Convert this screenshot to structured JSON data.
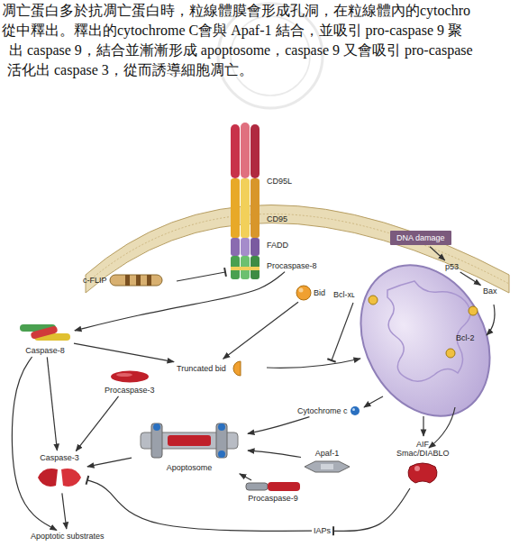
{
  "diagram": {
    "nodes": [
      {
        "text": [
          "CD95L"
        ]
      },
      {
        "text": [
          "CD95"
        ]
      },
      {
        "text": [
          "FADD"
        ]
      },
      {
        "text": [
          "Procaspase-8"
        ]
      },
      {
        "text": [
          "c-FLIP"
        ]
      },
      {
        "text": [
          "Bid"
        ]
      },
      {
        "text": [
          "DNA damage"
        ]
      },
      {
        "text": [
          "p53"
        ]
      },
      {
        "text": [
          "Bcl-xʟ"
        ]
      },
      {
        "text": [
          "Bax"
        ]
      },
      {
        "text": [
          "Bcl-2"
        ]
      },
      {
        "text": [
          "Caspase-8"
        ]
      },
      {
        "text": [
          "Truncated bid"
        ]
      },
      {
        "text": [
          "Procaspase-3"
        ]
      },
      {
        "text": [
          "Cytochrome c"
        ]
      },
      {
        "text": [
          "AIF"
        ]
      },
      {
        "text": [
          "Apoptosome"
        ]
      },
      {
        "text": [
          "Apaf-1"
        ]
      },
      {
        "text": [
          "Procaspase-9"
        ]
      },
      {
        "text": [
          "Smac/DIABLO"
        ]
      },
      {
        "text": [
          "Caspase-3"
        ]
      },
      {
        "text": [
          "IAPs"
        ]
      },
      {
        "text": [
          "Apoptotic substrates"
        ]
      }
    ],
    "edges": [
      {
        "from": 6,
        "to": 7,
        "arrow": "to"
      },
      {
        "from": 7,
        "to": 9,
        "arrow": "to"
      },
      {
        "from": 3,
        "to": 11,
        "arrow": "to"
      },
      {
        "from": 11,
        "to": 12,
        "arrow": "to"
      },
      {
        "from": 5,
        "to": 12,
        "arrow": "to"
      },
      {
        "from": 13,
        "to": 20,
        "arrow": "to"
      },
      {
        "from": 11,
        "to": 20,
        "arrow": "to"
      },
      {
        "from": 11,
        "to": 22,
        "arrow": "to"
      },
      {
        "from": 20,
        "to": 22,
        "arrow": "to"
      },
      {
        "from": 14,
        "to": 16,
        "arrow": "to"
      },
      {
        "from": 17,
        "to": 16,
        "arrow": "to"
      },
      {
        "from": 18,
        "to": 16,
        "arrow": "to"
      },
      {
        "from": 16,
        "to": 20,
        "arrow": "to"
      },
      {
        "from": 21,
        "to": 20,
        "arrow": "to"
      },
      {
        "from": 19,
        "to": 21,
        "arrow": "to"
      }
    ],
    "labels": [
      "凋亡蛋白多於抗凋亡蛋白時，粒線體膜會形成孔洞，在粒線體內的cytochro",
      "從中釋出。釋出的cytochrome C會與 Apaf-1 結合，並吸引 pro-caspase 9 聚",
      "出 caspase 9，結合並漸漸形成 apoptosome，caspase 9 又會吸引 pro-caspase",
      "活化出 caspase 3，從而誘導細胞凋亡。"
    ]
  }
}
